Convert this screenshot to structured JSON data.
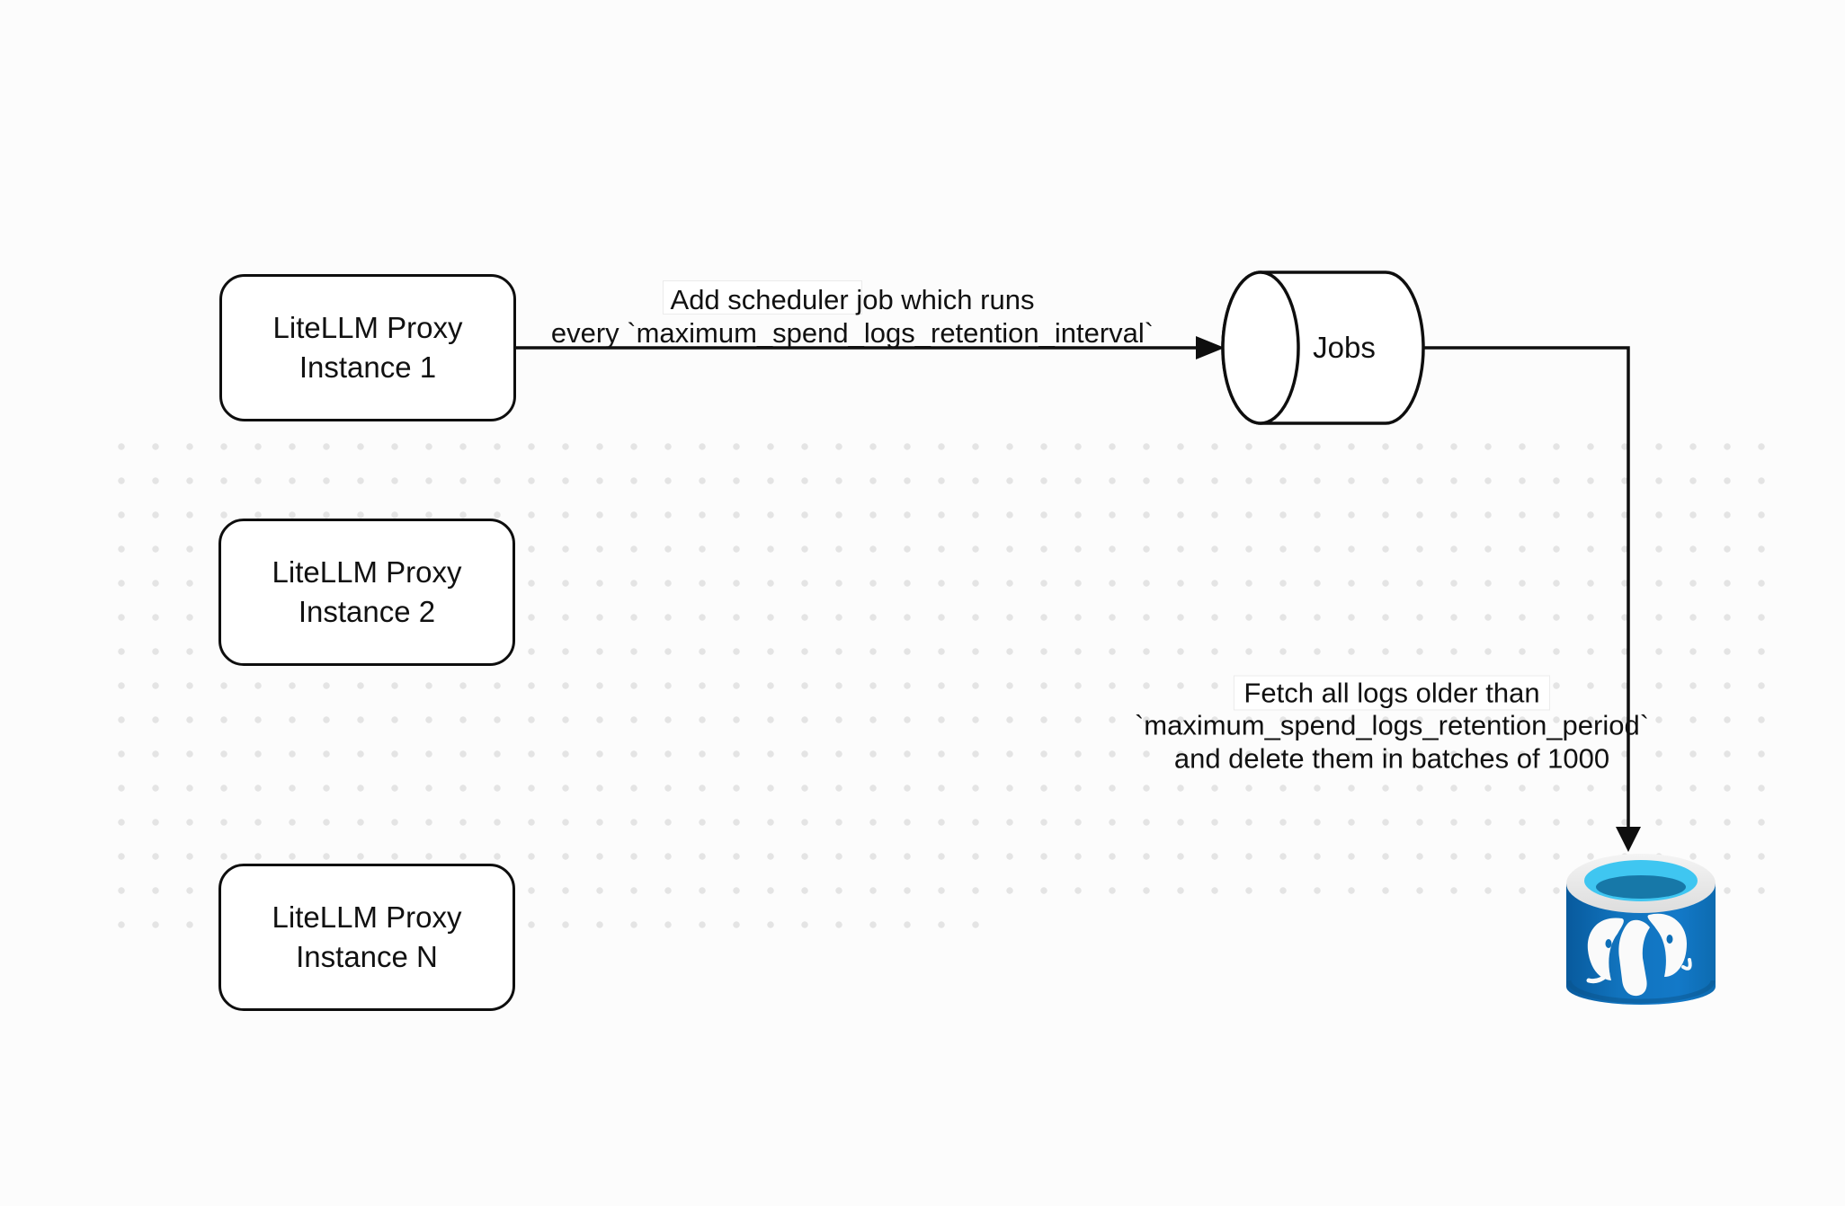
{
  "diagram": {
    "background_color": "#fcfcfc",
    "dot_color": "#e4e4e4",
    "stroke_color": "#0e0e0e",
    "proxy_boxes": [
      {
        "line1": "LiteLLM Proxy",
        "line2": "Instance 1"
      },
      {
        "line1": "LiteLLM Proxy",
        "line2": "Instance 2"
      },
      {
        "line1": "LiteLLM Proxy",
        "line2": "Instance N"
      }
    ],
    "jobs_node": {
      "label": "Jobs"
    },
    "postgres_node": {
      "icon": "postgresql-database-icon",
      "body_color": "#0d6fb8",
      "rim_color": "#ececec",
      "opening_color": "#3fc6f1"
    },
    "edge_scheduler": {
      "line1": "Add scheduler job which runs",
      "line2": "every `maximum_spend_logs_retention_interval`"
    },
    "edge_fetch": {
      "line1": "Fetch all logs older than",
      "line2": "`maximum_spend_logs_retention_period`",
      "line3": "and delete them in batches of 1000"
    }
  }
}
